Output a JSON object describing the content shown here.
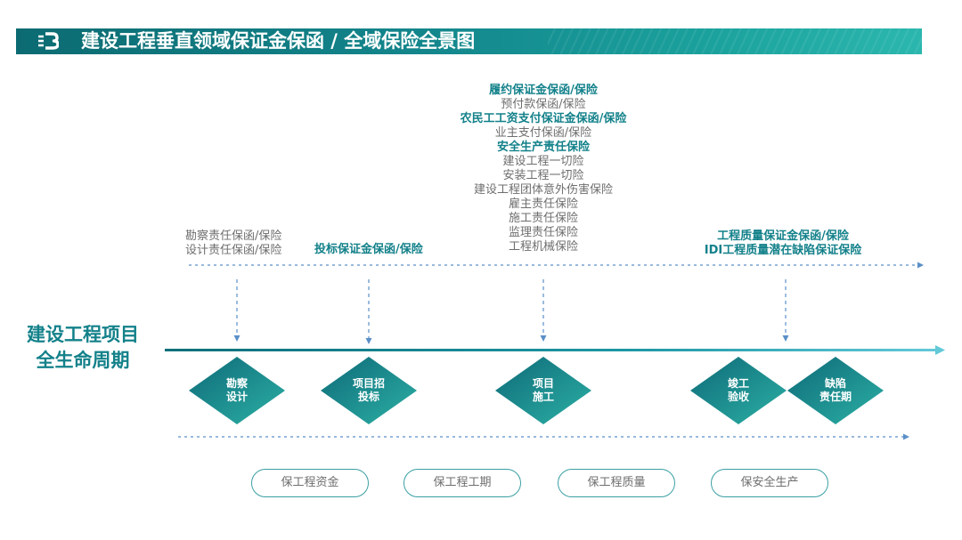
{
  "header": {
    "title": "建设工程垂直领域保证金保函 / 全域保险全景图",
    "brand_color": "#13818a"
  },
  "side_title": {
    "line1": "建设工程项目",
    "line2": "全生命周期"
  },
  "stage_items": {
    "survey": [
      "勘察责任保函/保险",
      "设计责任保函/保险"
    ],
    "bidding": "投标保证金保函/保险",
    "construction": [
      {
        "text": "履约保证金保函/保险",
        "emphasis": true
      },
      {
        "text": "预付款保函/保险",
        "emphasis": false
      },
      {
        "text": "农民工工资支付保证金保函/保险",
        "emphasis": true
      },
      {
        "text": "业主支付保函/保险",
        "emphasis": false
      },
      {
        "text": "安全生产责任保险",
        "emphasis": true
      },
      {
        "text": "建设工程一切险",
        "emphasis": false
      },
      {
        "text": "安装工程一切险",
        "emphasis": false
      },
      {
        "text": "建设工程团体意外伤害保险",
        "emphasis": false
      },
      {
        "text": "雇主责任保险",
        "emphasis": false
      },
      {
        "text": "施工责任保险",
        "emphasis": false
      },
      {
        "text": "监理责任保险",
        "emphasis": false
      },
      {
        "text": "工程机械保险",
        "emphasis": false
      }
    ],
    "completion": [
      "工程质量保证金保函/保险",
      "IDI工程质量潜在缺陷保证保险"
    ]
  },
  "stages": [
    {
      "line1": "勘察",
      "line2": "设计"
    },
    {
      "line1": "项目招",
      "line2": "投标"
    },
    {
      "line1": "项目",
      "line2": "施工"
    },
    {
      "line1": "竣工",
      "line2": "验收"
    },
    {
      "line1": "缺陷",
      "line2": "责任期"
    }
  ],
  "pills": [
    "保工程资金",
    "保工程工期",
    "保工程质量",
    "保安全生产"
  ]
}
